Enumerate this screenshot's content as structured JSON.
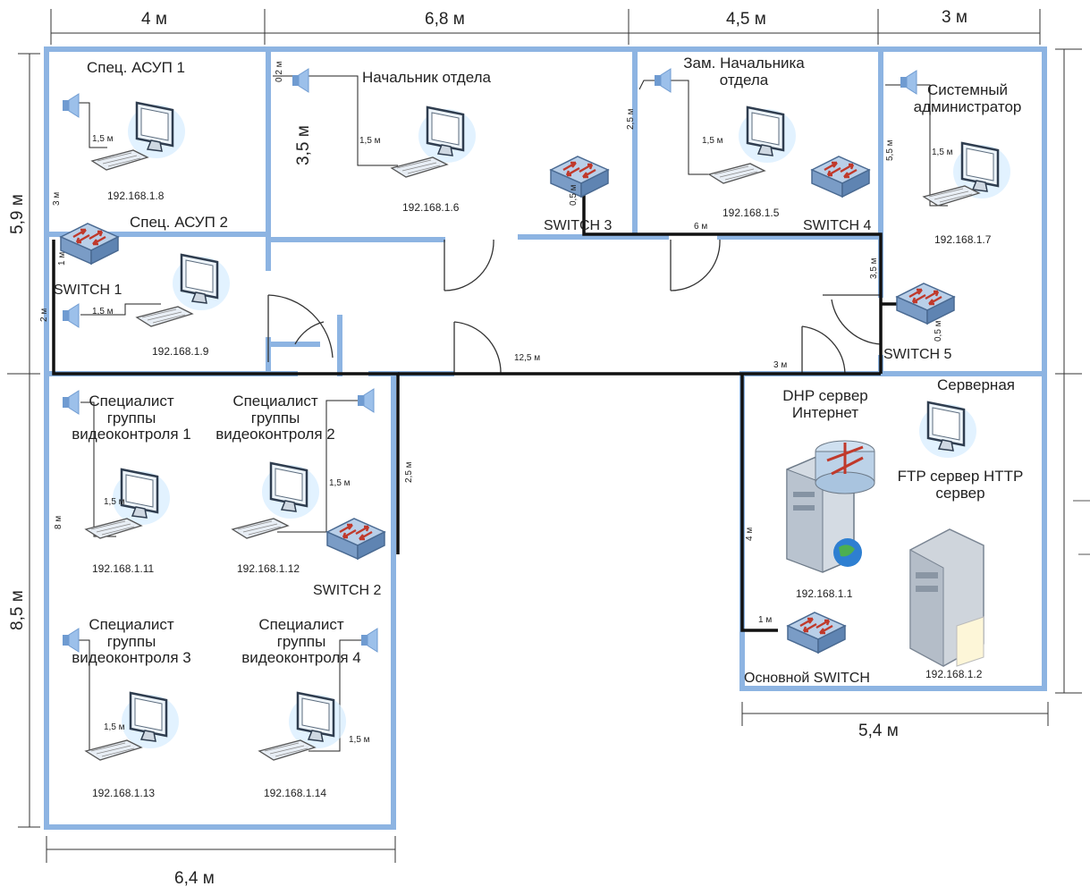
{
  "dimensions": {
    "top": [
      "4 м",
      "6,8 м",
      "4,5 м",
      "3 м"
    ],
    "left_upper": "5,9 м",
    "left_lower": "8,5 м",
    "bottom_left": "6,4 м",
    "bottom_right": "5,4 м"
  },
  "rooms": {
    "asup1": "Спец. АСУП 1",
    "asup2": "Спец. АСУП 2",
    "head": "Начальник отдела",
    "deputy": "Зам. Начальника отдела",
    "sysadmin": "Системный администратор",
    "video1": "Специалист группы видеоконтроля 1",
    "video2": "Специалист группы видеоконтроля 2",
    "video3": "Специалист группы видеоконтроля 3",
    "video4": "Специалист группы видеоконтроля 4",
    "server_room": "Серверная",
    "dhcp_server": "DHP сервер Интернет",
    "ftp_server": "FTP сервер HTTP сервер"
  },
  "ips": {
    "asup1": "192.168.1.8",
    "asup2": "192.168.1.9",
    "head": "192.168.1.6",
    "deputy": "192.168.1.5",
    "sysadmin": "192.168.1.7",
    "video1": "192.168.1.11",
    "video2": "192.168.1.12",
    "video3": "192.168.1.13",
    "video4": "192.168.1.14",
    "dhcp_server": "192.168.1.1",
    "ftp_server": "192.168.1.2"
  },
  "switches": {
    "s1": "SWITCH 1",
    "s2": "SWITCH 2",
    "s3": "SWITCH 3",
    "s4": "SWITCH 4",
    "s5": "SWITCH 5",
    "main": "Основной SWITCH"
  },
  "cable_lengths": {
    "c15": "1,5 м",
    "c02": "0,2 м",
    "c35": "3,5 м",
    "c25": "2,5 м",
    "c05": "0,5 м",
    "c6": "6 м",
    "c55": "5,5 м",
    "c3": "3 м",
    "c1": "1 м",
    "c2": "2 м",
    "c125": "12,5 м",
    "c8": "8 м",
    "c4": "4 м"
  },
  "colors": {
    "wall": "#8db4e2",
    "cable": "#111111",
    "monitor": "#3a4a5c",
    "switch_body": "#7a9cc6",
    "switch_arrow": "#c0392b"
  }
}
